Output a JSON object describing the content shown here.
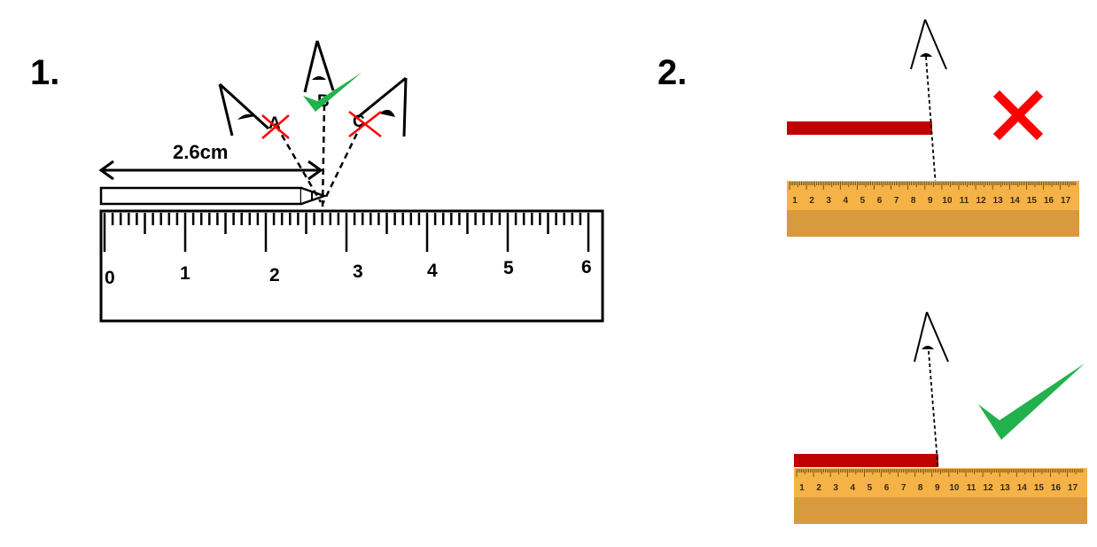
{
  "panel1": {
    "label": "1.",
    "measurement": "2.6cm",
    "ruler_numbers": [
      "0",
      "1",
      "2",
      "3",
      "4",
      "5",
      "6"
    ],
    "viewpoints": [
      {
        "letter": "A",
        "status": "wrong"
      },
      {
        "letter": "B",
        "status": "correct"
      },
      {
        "letter": "C",
        "status": "wrong"
      }
    ]
  },
  "panel2": {
    "label": "2.",
    "ruler_numbers": [
      "1",
      "2",
      "3",
      "4",
      "5",
      "6",
      "7",
      "8",
      "9",
      "10",
      "11",
      "12",
      "13",
      "14",
      "15",
      "16",
      "17"
    ],
    "wrong_example": {
      "status": "wrong"
    },
    "correct_example": {
      "status": "correct"
    }
  },
  "colors": {
    "wrong_mark": "#ff0000",
    "correct_mark": "#22b14c",
    "bar": "#c00000",
    "ruler_face": "#f4b247",
    "ruler_base": "#d99a3e"
  }
}
